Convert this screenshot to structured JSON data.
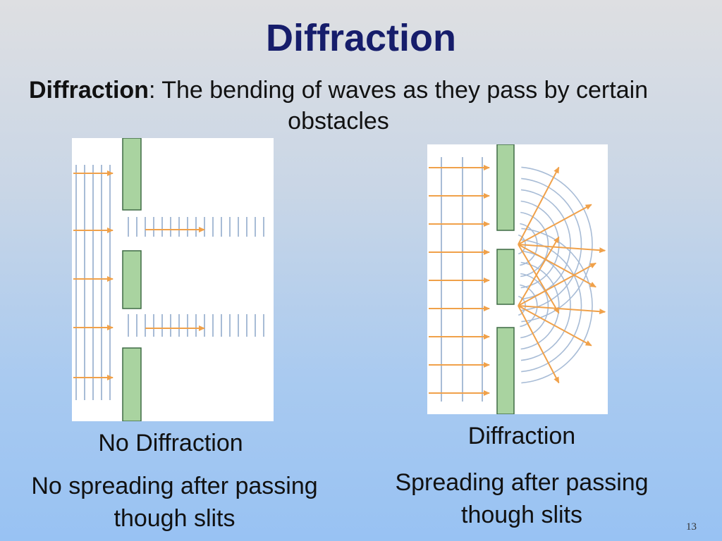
{
  "slide": {
    "title": "Diffraction",
    "definition_term": "Diffraction",
    "definition_text": ": The bending of waves as they pass by certain obstacles",
    "page_number": "13"
  },
  "left_figure": {
    "caption": "No Diffraction",
    "description": "No spreading after passing though slits"
  },
  "right_figure": {
    "caption": "Diffraction",
    "description": "Spreading after passing though slits"
  },
  "colors": {
    "title": "#161d6b",
    "wavefront": "#a8bcd6",
    "arrow": "#f0a14a",
    "barrier_fill": "#a9d3a0",
    "barrier_stroke": "#3f6b45",
    "background_top": "#dedfe2",
    "background_bottom": "#98c2f3"
  }
}
